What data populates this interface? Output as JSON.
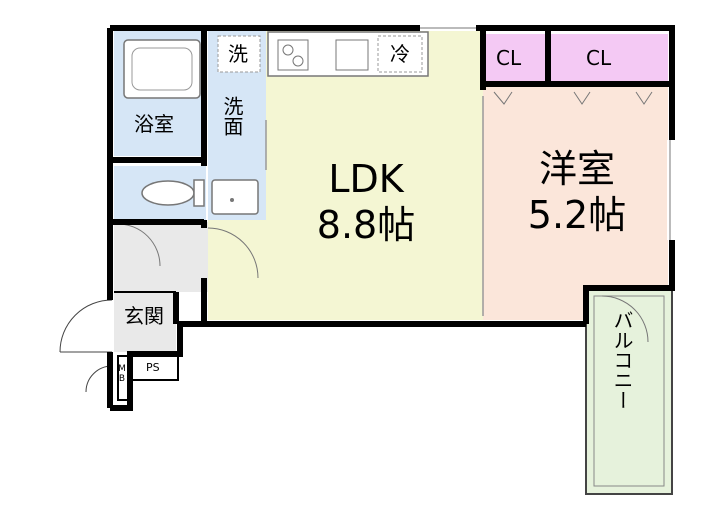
{
  "rooms": {
    "ldk": {
      "name": "LDK",
      "size": "8.8帖"
    },
    "western": {
      "name": "洋室",
      "size": "5.2帖"
    },
    "bath": "浴室",
    "washroom": "洗面",
    "entrance": "玄関",
    "balcony": "バルコニー",
    "closet_1": "CL",
    "closet_2": "CL",
    "pipe_space": "PS",
    "meter_box": "MB"
  },
  "fixtures": {
    "washer": "洗",
    "fridge": "冷"
  },
  "colors": {
    "ldk": "#f4f6d3",
    "western": "#fbe6da",
    "wet_area": "#d6e6f6",
    "closet": "#f4c9f4",
    "balcony": "#e6f2dc",
    "hall": "#e9e9e9",
    "wall": "#000000"
  }
}
